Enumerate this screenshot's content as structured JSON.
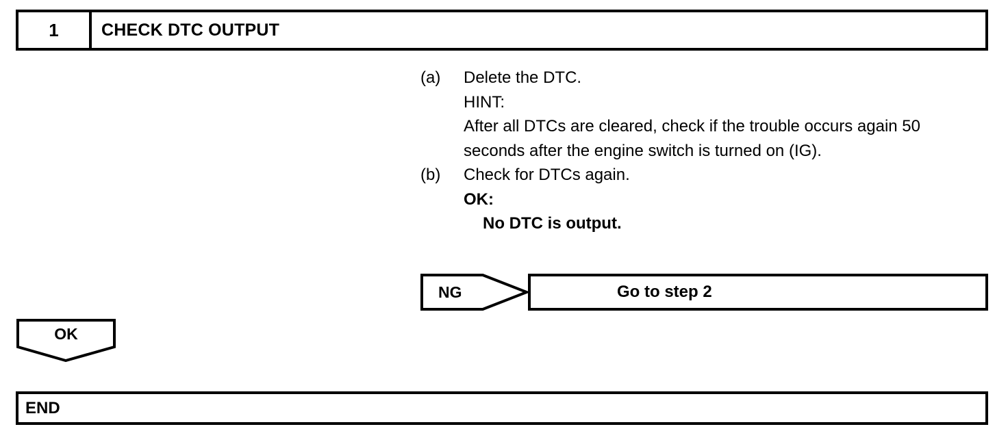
{
  "step_header": {
    "number": "1",
    "title": "CHECK DTC OUTPUT"
  },
  "procedure": {
    "items": [
      {
        "label": "(a)",
        "lines": [
          {
            "text": "Delete the DTC.",
            "bold": false,
            "indent": false
          },
          {
            "text": "HINT:",
            "bold": false,
            "indent": false
          },
          {
            "text": "After all DTCs are cleared, check if the trouble occurs again 50 seconds after the engine switch is turned on (IG).",
            "bold": false,
            "indent": false,
            "wrap": true
          }
        ]
      },
      {
        "label": "(b)",
        "lines": [
          {
            "text": "Check for DTCs again.",
            "bold": false,
            "indent": false
          },
          {
            "text": "OK:",
            "bold": true,
            "indent": false
          },
          {
            "text": "No DTC is output.",
            "bold": true,
            "indent": true
          }
        ]
      }
    ]
  },
  "ng_branch": {
    "arrow_label": "NG",
    "target_label": "Go to step 2"
  },
  "ok_branch": {
    "label": "OK"
  },
  "end_block": {
    "label": "END"
  },
  "colors": {
    "line": "#000000",
    "background": "#ffffff",
    "text": "#000000"
  }
}
